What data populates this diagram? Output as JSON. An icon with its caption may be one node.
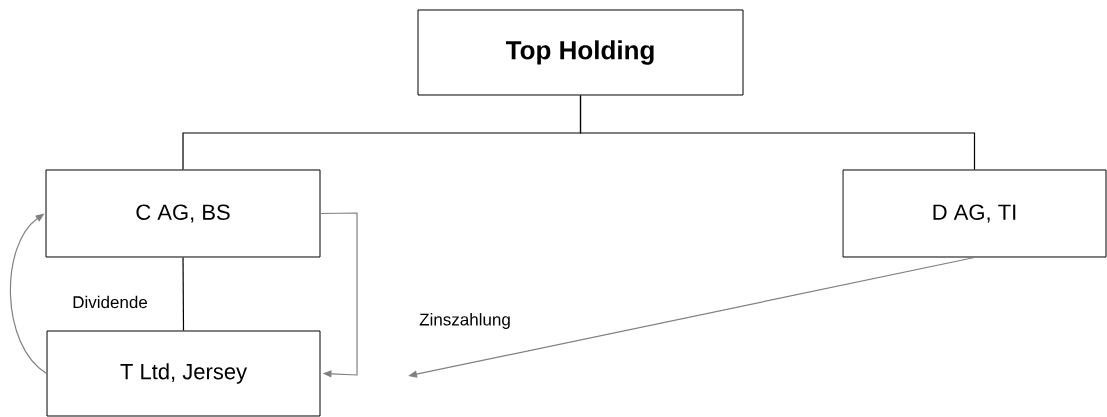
{
  "diagram": {
    "nodes": [
      {
        "text": [
          "Top Holding"
        ]
      },
      {
        "text": [
          "C AG, BS"
        ]
      },
      {
        "text": [
          "D AG, TI"
        ]
      },
      {
        "text": [
          "T Ltd, Jersey"
        ]
      }
    ],
    "edges": [
      {
        "from": 0,
        "to": 1,
        "arrow": "none"
      },
      {
        "from": 0,
        "to": 2,
        "arrow": "none"
      },
      {
        "from": 1,
        "to": 3,
        "arrow": "none",
        "label": "Dividende"
      },
      {
        "from": 3,
        "to": 1,
        "arrow": "to",
        "color": "#808080"
      },
      {
        "from": 1,
        "to": 3,
        "arrow": "to",
        "color": "#808080"
      },
      {
        "from": 2,
        "to": null,
        "arrow": "to",
        "label": "Zinszahlung",
        "color": "#808080"
      }
    ]
  }
}
